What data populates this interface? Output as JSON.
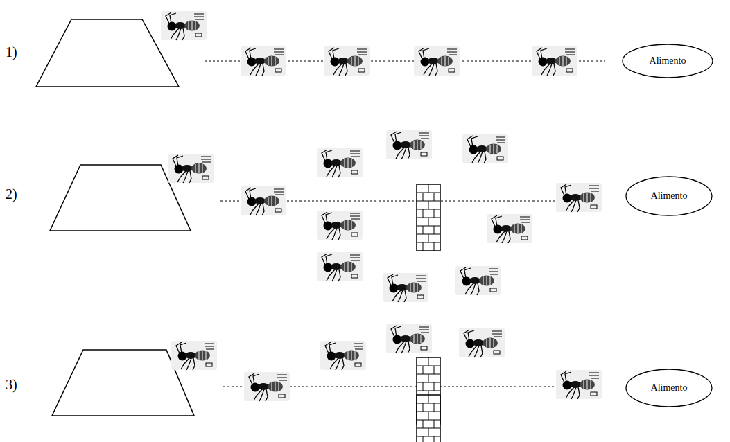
{
  "diagram": {
    "nodes": [
      {
        "text": [
          "Alimento"
        ]
      },
      {
        "text": [
          "Alimento"
        ]
      },
      {
        "text": [
          "Alimento"
        ]
      }
    ],
    "labels": [
      "1)",
      "2)",
      "3)"
    ]
  }
}
